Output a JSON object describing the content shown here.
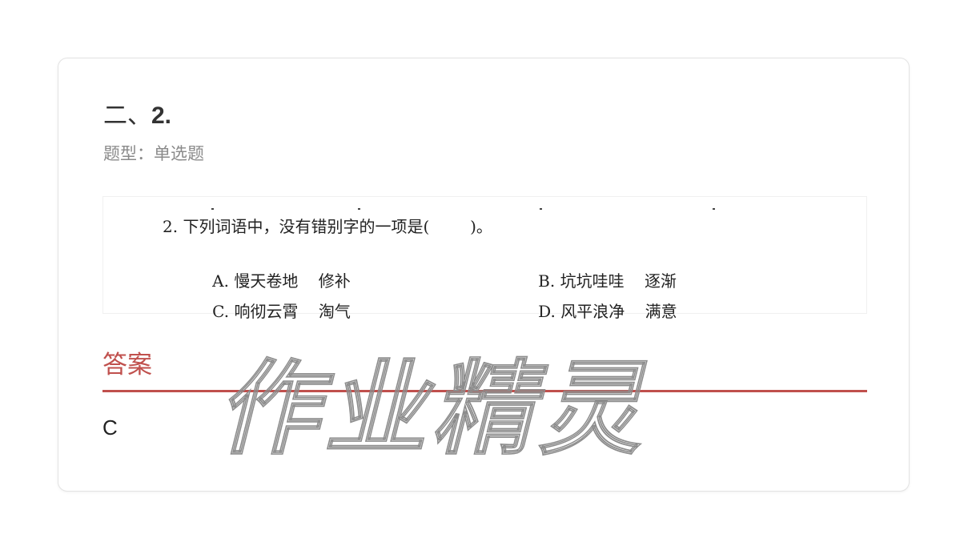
{
  "question": {
    "section": "二、",
    "number": "2.",
    "type_label": "题型：",
    "type_value": "单选题"
  },
  "question_image": {
    "stem": "2. 下列词语中，没有错别字的一项是(        )。",
    "options": [
      {
        "label": "A.",
        "text": "慢天卷地    修补"
      },
      {
        "label": "B.",
        "text": "坑坑哇哇    逐渐"
      },
      {
        "label": "C.",
        "text": "响彻云霄    淘气"
      },
      {
        "label": "D.",
        "text": "风平浪净    满意"
      }
    ]
  },
  "answer": {
    "heading": "答案",
    "value": "C",
    "accent_color": "#c0504d"
  },
  "watermark": {
    "text": "作业精灵"
  }
}
